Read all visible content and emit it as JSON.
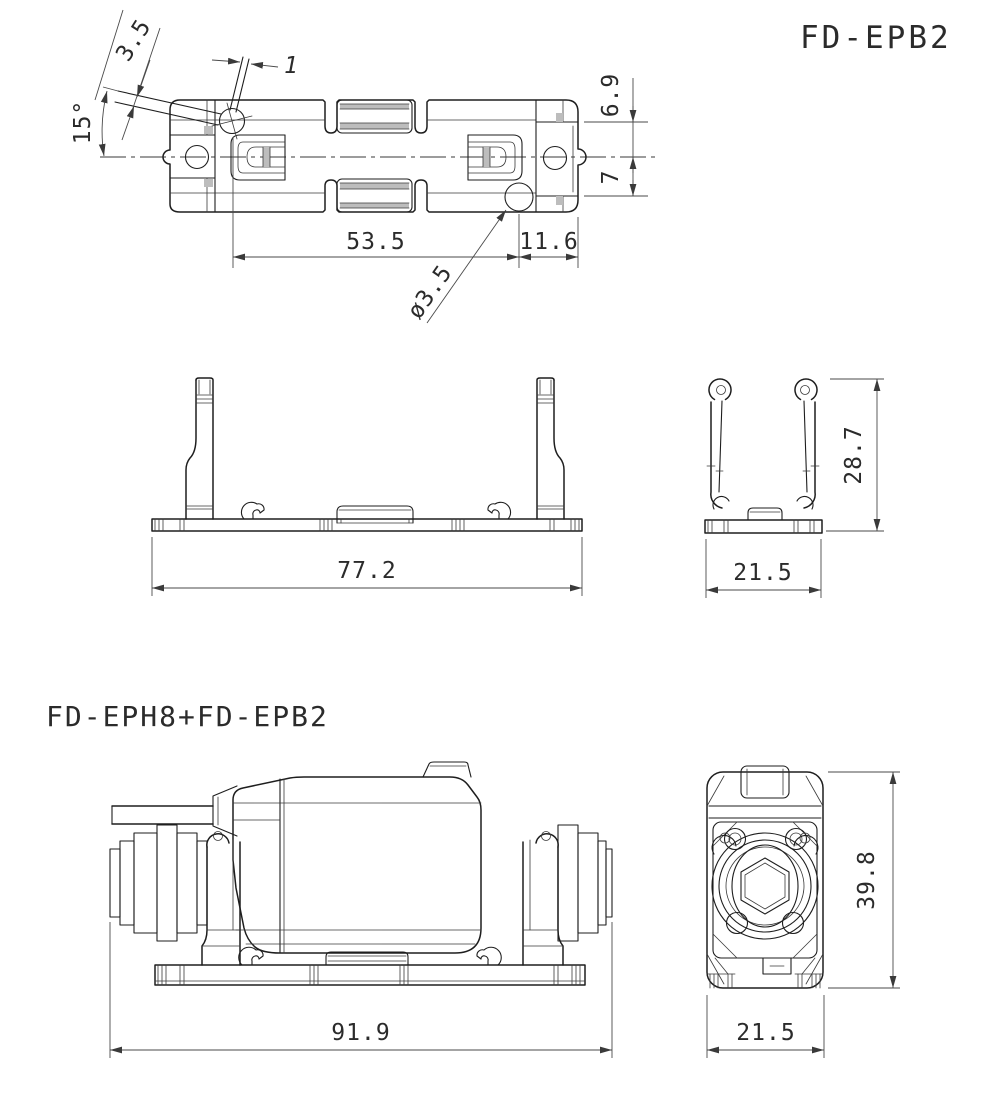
{
  "title": "FD-EPB2",
  "assembly_title": "FD-EPH8+FD-EPB2",
  "dimensions": {
    "bracket_top": {
      "lever_thickness": "3.5",
      "lever_tip": "1",
      "lever_angle": "15°",
      "top_offset": "6.9",
      "bottom_offset": "7",
      "clip_to_hole": "53.5",
      "hole_to_edge": "11.6",
      "mount_hole_dia": "ø3.5"
    },
    "bracket_front": {
      "overall_width": "77.2"
    },
    "bracket_side": {
      "overall_depth": "21.5",
      "overall_height": "28.7"
    },
    "assembly_side": {
      "overall_length": "91.9"
    },
    "assembly_end": {
      "overall_depth": "21.5",
      "overall_height": "39.8"
    }
  }
}
